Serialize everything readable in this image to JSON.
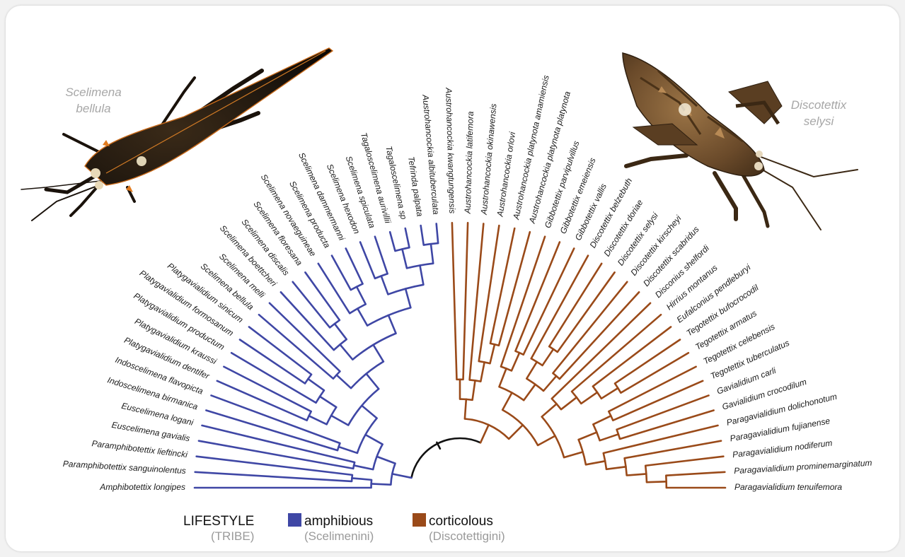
{
  "colors": {
    "amphibious": "#3f47a5",
    "corticolous": "#9a4a19",
    "root": "#111111",
    "specimen_label": "#a7a7a7",
    "legend_sub": "#9a9a9a"
  },
  "specimens": {
    "left": {
      "genus": "Scelimena",
      "species": "bellula",
      "image": "scelimena-bellula-specimen"
    },
    "right": {
      "genus": "Discotettix",
      "species": "selysi",
      "image": "discotettix-selysi-specimen"
    }
  },
  "legend": {
    "title": "LIFESTYLE",
    "title_sub": "(TRIBE)",
    "items": [
      {
        "label": "amphibious",
        "sub": "(Scelimenini)",
        "color": "#3f47a5"
      },
      {
        "label": "corticolous",
        "sub": "(Discotettigini)",
        "color": "#9a4a19"
      }
    ]
  },
  "taxa": [
    "Amphibotettix longipes",
    "Paramphibotettix sanguinolentus",
    "Paramphibotettix lieftincki",
    "Euscelimena gavialis",
    "Euscelimena logani",
    "Indoscelimena birmanica",
    "Indoscelimena flavopicta",
    "Platygavialidium dentifer",
    "Platygavialidium kraussi",
    "Platygavialidium productum",
    "Platygavialidium formosanum",
    "Platygavialidium sinicum",
    "Scelimena bellula",
    "Scelimena melli",
    "Scelimena boettcheri",
    "Scelimena discalis",
    "Scelimena floresana",
    "Scelimena novaeguineae",
    "Scelimena producta",
    "Scelimena dammermanni",
    "Scelimena hexodon",
    "Scelimena spiculata",
    "Tagaloscelimena aurivillii",
    "Tagaloscelimena sp",
    "Tefrinda palpata",
    "Austrohancockia albituberculata",
    "Austrohancockia kwangtungensis",
    "Austrohancockia latifemora",
    "Austrohancockia okinawensis",
    "Austrohancockia orlovi",
    "Austrohancockia platynota amamiensis",
    "Austrohancockia platynota platynota",
    "Gibbotettix parvipulvillus",
    "Gibbotettix emeiensis",
    "Gibbotettix vallis",
    "Discotettix belzebuth",
    "Discotettix doriae",
    "Discotettix selysi",
    "Discotettix kirscheyi",
    "Discotettix scabridus",
    "Disconius shelfordi",
    "Hirrius montanus",
    "Eufalconius pendleburyi",
    "Tegotettix bufocrocodil",
    "Tegotettix armatus",
    "Tegotettix celebensis",
    "Tegotettix tuberculatus",
    "Gavialidium carli",
    "Gavialidium crocodilum",
    "Paragavialidium dolichonotum",
    "Paragavialidium fujianense",
    "Paragavialidium nodiferum",
    "Paragavialidium prominemarginatum",
    "Paragavialidium tenuifemora"
  ]
}
